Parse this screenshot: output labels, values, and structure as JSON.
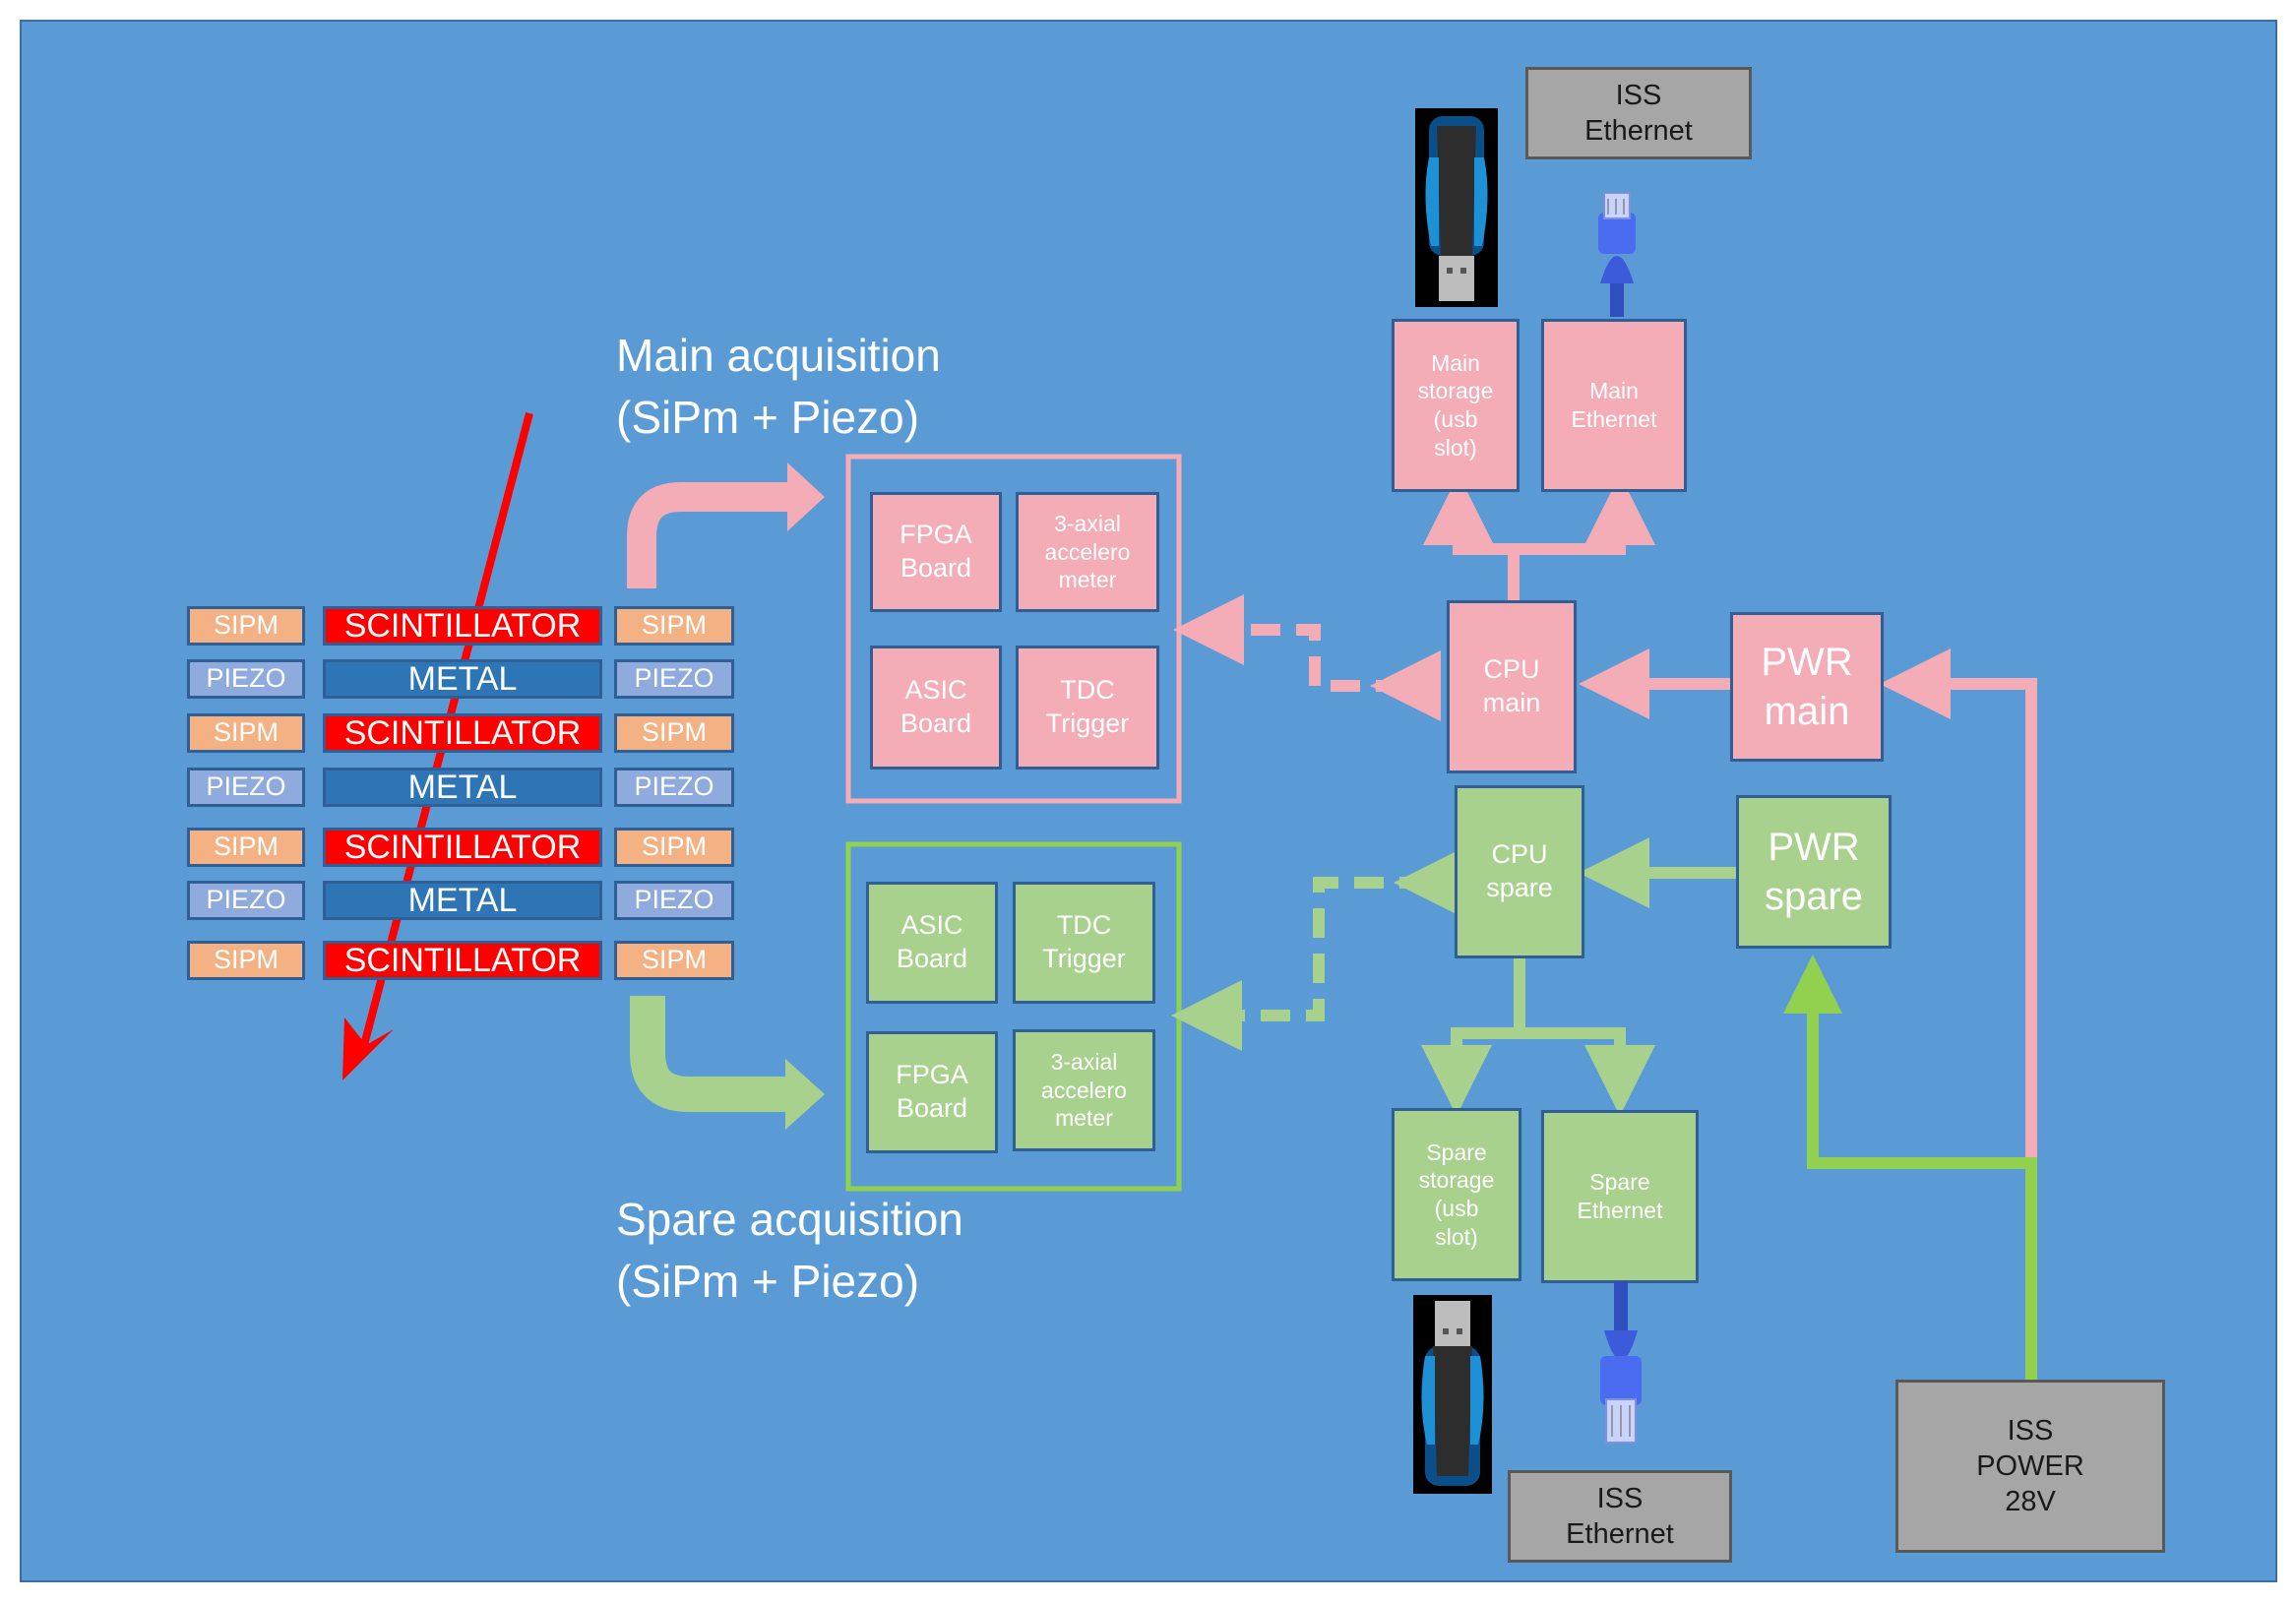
{
  "detector": {
    "rows": [
      {
        "left": "SIPM",
        "center": "SCINTILLATOR",
        "right": "SIPM",
        "kind": "scint"
      },
      {
        "left": "PIEZO",
        "center": "METAL",
        "right": "PIEZO",
        "kind": "metal"
      },
      {
        "left": "SIPM",
        "center": "SCINTILLATOR",
        "right": "SIPM",
        "kind": "scint"
      },
      {
        "left": "PIEZO",
        "center": "METAL",
        "right": "PIEZO",
        "kind": "metal"
      },
      {
        "left": "SIPM",
        "center": "SCINTILLATOR",
        "right": "SIPM",
        "kind": "scint"
      },
      {
        "left": "PIEZO",
        "center": "METAL",
        "right": "PIEZO",
        "kind": "metal"
      },
      {
        "left": "SIPM",
        "center": "SCINTILLATOR",
        "right": "SIPM",
        "kind": "scint"
      }
    ]
  },
  "captions": {
    "main": "Main acquisition\n(SiPm + Piezo)",
    "spare": "Spare acquisition\n(SiPm + Piezo)"
  },
  "main_acq": {
    "fpga": "FPGA\nBoard",
    "accel": "3-axial\naccelero\nmeter",
    "asic": "ASIC\nBoard",
    "tdc": "TDC\nTrigger"
  },
  "spare_acq": {
    "asic": "ASIC\nBoard",
    "tdc": "TDC\nTrigger",
    "fpga": "FPGA\nBoard",
    "accel": "3-axial\naccelero\nmeter"
  },
  "main_chain": {
    "storage": "Main\nstorage\n(usb\nslot)",
    "ethernet": "Main\nEthernet",
    "cpu": "CPU\nmain",
    "pwr": "PWR\nmain"
  },
  "spare_chain": {
    "storage": "Spare\nstorage\n(usb\nslot)",
    "ethernet": "Spare\nEthernet",
    "cpu": "CPU\nspare",
    "pwr": "PWR\nspare"
  },
  "iss": {
    "ethernet_top": "ISS\nEthernet",
    "ethernet_bottom": "ISS\nEthernet",
    "power": "ISS\nPOWER\n28V"
  },
  "colors": {
    "background": "#5b9bd5",
    "main": "#f4acb7",
    "spare": "#a9d18e",
    "spare_power_line": "#92d050",
    "particle": "#ff0000",
    "iss": "#a6a6a6"
  },
  "icons": [
    "usb-stick-icon",
    "ethernet-cable-icon",
    "particle-track-arrow"
  ]
}
